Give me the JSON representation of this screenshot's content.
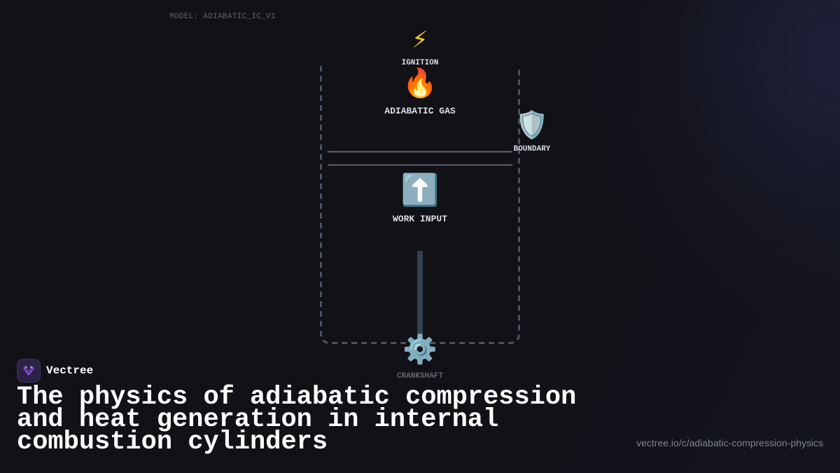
{
  "model_label": "MODEL: ADIABATIC_IC_V1",
  "nodes": {
    "ignition": {
      "icon": "lightning-icon",
      "glyph": "⚡",
      "label": "IGNITION"
    },
    "gas": {
      "icon": "fire-icon",
      "glyph": "🔥",
      "label": "ADIABATIC GAS"
    },
    "boundary": {
      "icon": "shield-icon",
      "glyph": "🛡️",
      "label": "BOUNDARY"
    },
    "work": {
      "icon": "up-arrow-icon",
      "glyph": "⬆️",
      "label": "WORK INPUT"
    },
    "crankshaft": {
      "icon": "gear-icon",
      "glyph": "⚙️",
      "label": "CRANKSHAFT"
    }
  },
  "colors": {
    "background": "#111116",
    "cylinder_stroke": "#4a5361",
    "piston_line": "#5a6474",
    "rod": "#334155",
    "label": "#d8dde6",
    "muted": "#5c6777",
    "brand_purple": "#a855f7"
  },
  "brand": {
    "name": "Vectree",
    "icon": "vectree-logo-icon"
  },
  "headline": "The physics of adiabatic compression and heat generation in internal combustion cylinders",
  "url": "vectree.io/c/adiabatic-compression-physics"
}
